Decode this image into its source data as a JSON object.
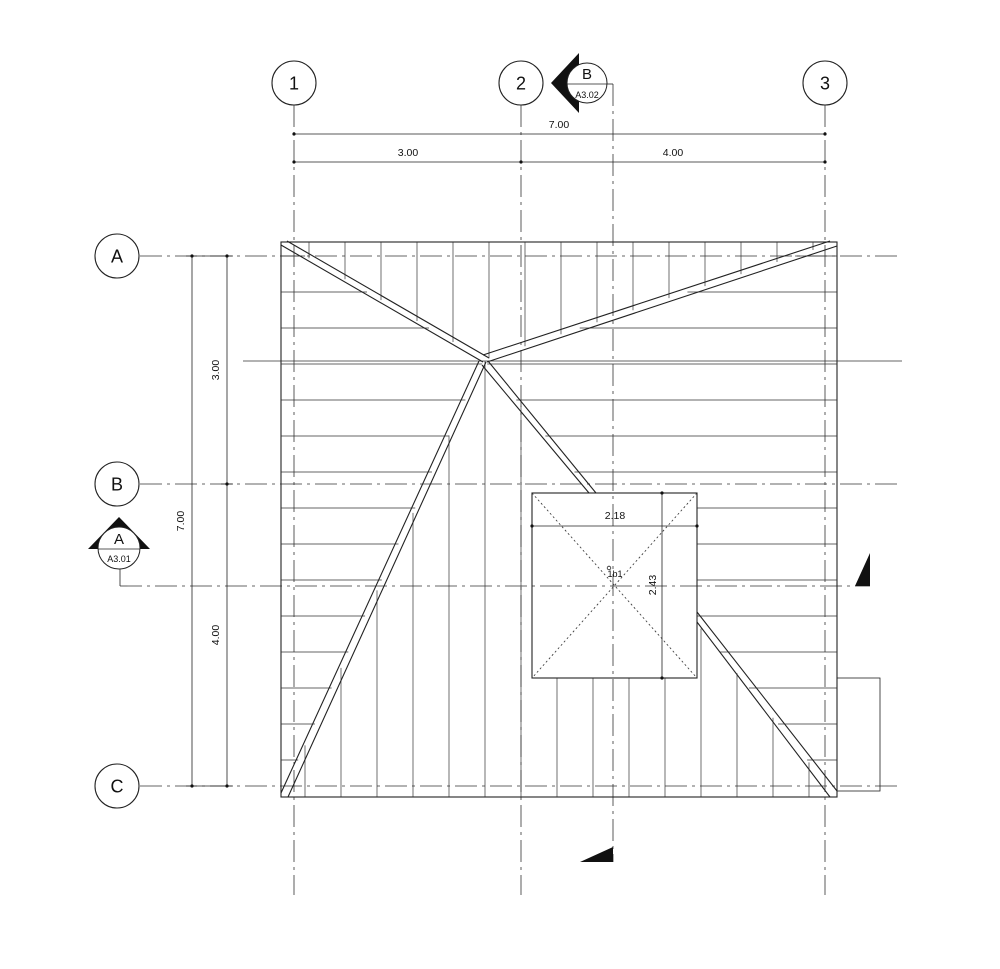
{
  "grid": {
    "columns": [
      "1",
      "2",
      "3"
    ],
    "rows": [
      "A",
      "B",
      "C"
    ]
  },
  "dimensions": {
    "top_total": "7.00",
    "top_1_2": "3.00",
    "top_2_3": "4.00",
    "left_total": "7.00",
    "left_A_B": "3.00",
    "left_B_C": "4.00",
    "skylight_width": "2.18",
    "skylight_height": "2.43"
  },
  "section_markers": {
    "top": {
      "letter": "B",
      "sheet": "A3.02"
    },
    "left": {
      "letter": "A",
      "sheet": "A3.01"
    }
  },
  "center_label": "1b1"
}
